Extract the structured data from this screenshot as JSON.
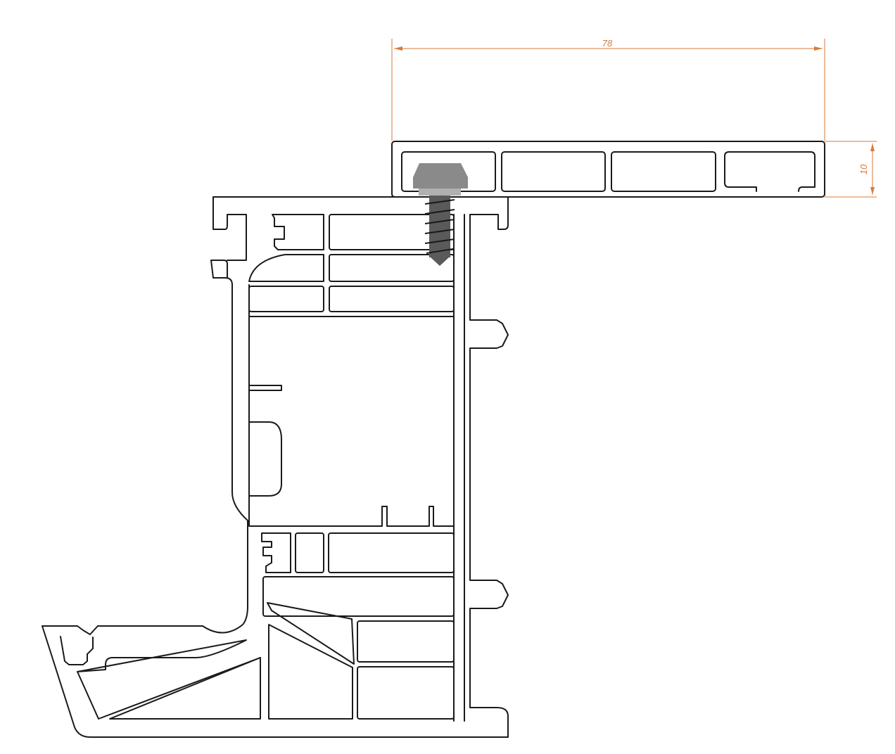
{
  "dimensions": {
    "width_label": "78",
    "height_label": "10",
    "color": "#d97a3a"
  },
  "parts": {
    "cladding_profile": "extension-profile",
    "frame_profile": "window-frame-profile",
    "fastener": "screw-icon"
  },
  "colors": {
    "stroke": "#1a1a1a",
    "screw_head": "#8a8a8a",
    "screw_body": "#5a5a5a"
  }
}
